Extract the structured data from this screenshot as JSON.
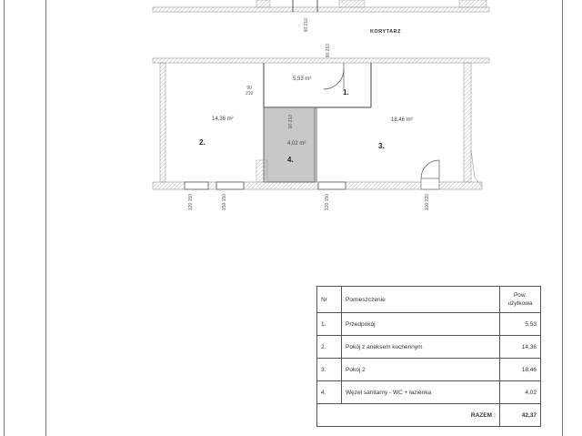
{
  "document": {
    "type": "floor-plan",
    "corridor_label": "KORYTARZ",
    "rooms_on_plan": [
      {
        "number": "1.",
        "area": "5,53 m²"
      },
      {
        "number": "2.",
        "area": "14,36 m²"
      },
      {
        "number": "3.",
        "area": "18,46 m²"
      },
      {
        "number": "4.",
        "area": "4,02 m²"
      }
    ],
    "door_dimensions": [
      {
        "id": "corridor-top",
        "width": "90",
        "height": "210"
      },
      {
        "id": "entry",
        "width": "90",
        "height": "210"
      },
      {
        "id": "room2",
        "width": "90",
        "height": "210"
      },
      {
        "id": "bathroom",
        "width": "90",
        "height": "210"
      }
    ],
    "window_dimensions": [
      {
        "id": "w1",
        "width": "120",
        "height": "150"
      },
      {
        "id": "w2",
        "width": "150",
        "height": "150"
      },
      {
        "id": "w3",
        "width": "120",
        "height": "150"
      },
      {
        "id": "w4",
        "width": "100",
        "height": "220"
      }
    ]
  },
  "table": {
    "headers": {
      "nr": "Nr",
      "name": "Pomieszczenie",
      "area_line1": "Pow.",
      "area_line2": "użytkowa"
    },
    "rows": [
      {
        "nr": "1.",
        "name": "Przedpokój",
        "area": "5,53"
      },
      {
        "nr": "2.",
        "name": "Pokój z aneksem kuchennym",
        "area": "14,36"
      },
      {
        "nr": "3.",
        "name": "Pokój 2",
        "area": "18,46"
      },
      {
        "nr": "4.",
        "name": "Węzeł sanitarny - WC + łazienka",
        "area": "4,02"
      }
    ],
    "total_label": "RAZEM :",
    "total_value": "42,37"
  }
}
